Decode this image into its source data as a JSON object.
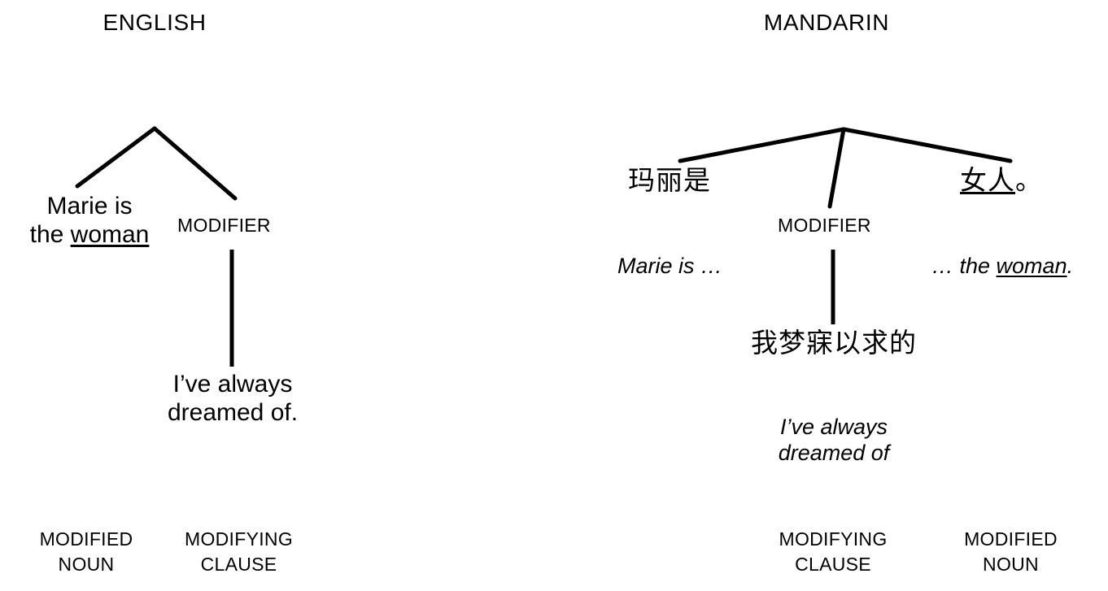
{
  "figure": {
    "type": "linguistic-syntax-tree-comparison",
    "background_color": "#ffffff",
    "text_color": "#000000"
  },
  "panels": {
    "english": {
      "title": "ENGLISH",
      "tree": {
        "branch_labels": {
          "modifier": "MODIFIER"
        }
      },
      "head_noun_phrase": {
        "line1": "Marie is",
        "line2_prefix": "the ",
        "line2_underlined": "woman"
      },
      "modifying_clause": {
        "line1": "I’ve always",
        "line2": "dreamed of."
      },
      "foot_labels": {
        "left": "MODIFIED\nNOUN",
        "right": "MODIFYING\nCLAUSE"
      }
    },
    "mandarin": {
      "title": "MANDARIN",
      "tree": {
        "branch_labels": {
          "modifier": "MODIFIER"
        }
      },
      "left_chunk": {
        "chinese": "玛丽是",
        "gloss": "Marie is …"
      },
      "right_chunk": {
        "chinese_underlined": "女人",
        "chinese_punct": "。",
        "gloss_prefix": "… the ",
        "gloss_underlined": "woman",
        "gloss_suffix": "."
      },
      "modifying_clause": {
        "chinese": "我梦寐以求的",
        "gloss_line1": "I’ve always",
        "gloss_line2": "dreamed of"
      },
      "foot_labels": {
        "left": "MODIFYING\nCLAUSE",
        "right": "MODIFIED\nNOUN"
      }
    }
  }
}
